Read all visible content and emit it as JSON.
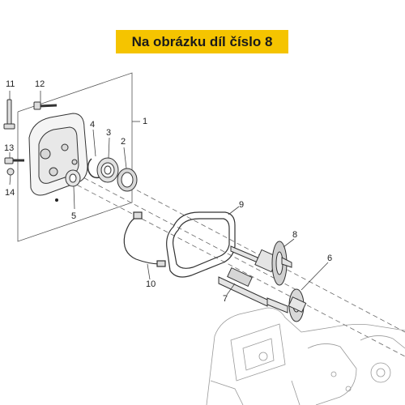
{
  "banner": {
    "text": "Na obrázku díl číslo 8"
  },
  "callouts": [
    {
      "id": "1",
      "label": "1"
    },
    {
      "id": "2",
      "label": "2"
    },
    {
      "id": "3",
      "label": "3"
    },
    {
      "id": "4",
      "label": "4"
    },
    {
      "id": "5",
      "label": "5"
    },
    {
      "id": "6",
      "label": "6"
    },
    {
      "id": "7",
      "label": "7"
    },
    {
      "id": "8",
      "label": "8"
    },
    {
      "id": "9",
      "label": "9"
    },
    {
      "id": "10",
      "label": "10"
    },
    {
      "id": "11",
      "label": "11"
    },
    {
      "id": "12",
      "label": "12"
    },
    {
      "id": "13",
      "label": "13"
    },
    {
      "id": "14",
      "label": "14"
    }
  ],
  "colors": {
    "banner": "#f5c400",
    "line": "#444444"
  }
}
